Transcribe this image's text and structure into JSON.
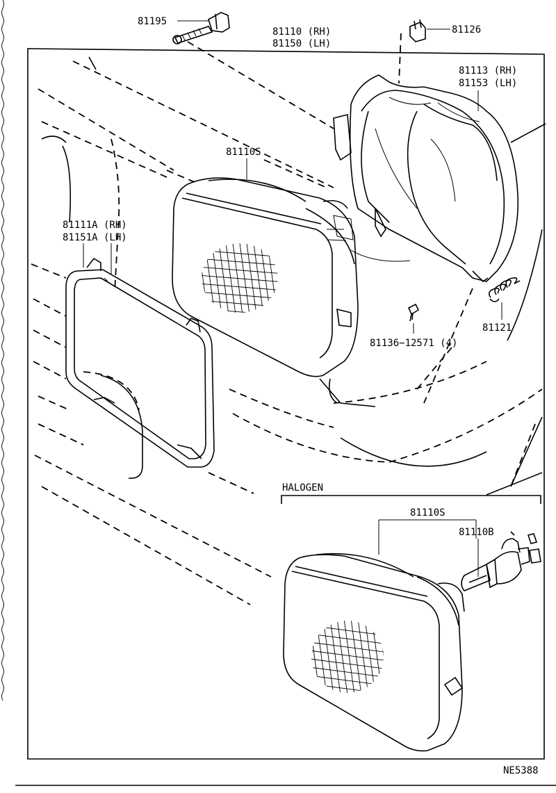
{
  "diagram_code": "NE5388",
  "halogen_label": "HALOGEN",
  "parts": {
    "adjust_screw": "81195",
    "headlamp_rh": "81110 (RH)",
    "headlamp_lh": "81150 (LH)",
    "clip": "81126",
    "housing_rh": "81113 (RH)",
    "housing_lh": "81153 (LH)",
    "sealed_beam": "81110S",
    "retaining_ring_rh": "81111A (RH)",
    "retaining_ring_lh": "81151A (LH)",
    "spring": "81121",
    "screw": "81136−12571 (4)",
    "halogen_sealed_beam": "81110S",
    "halogen_bulb": "81110B"
  }
}
